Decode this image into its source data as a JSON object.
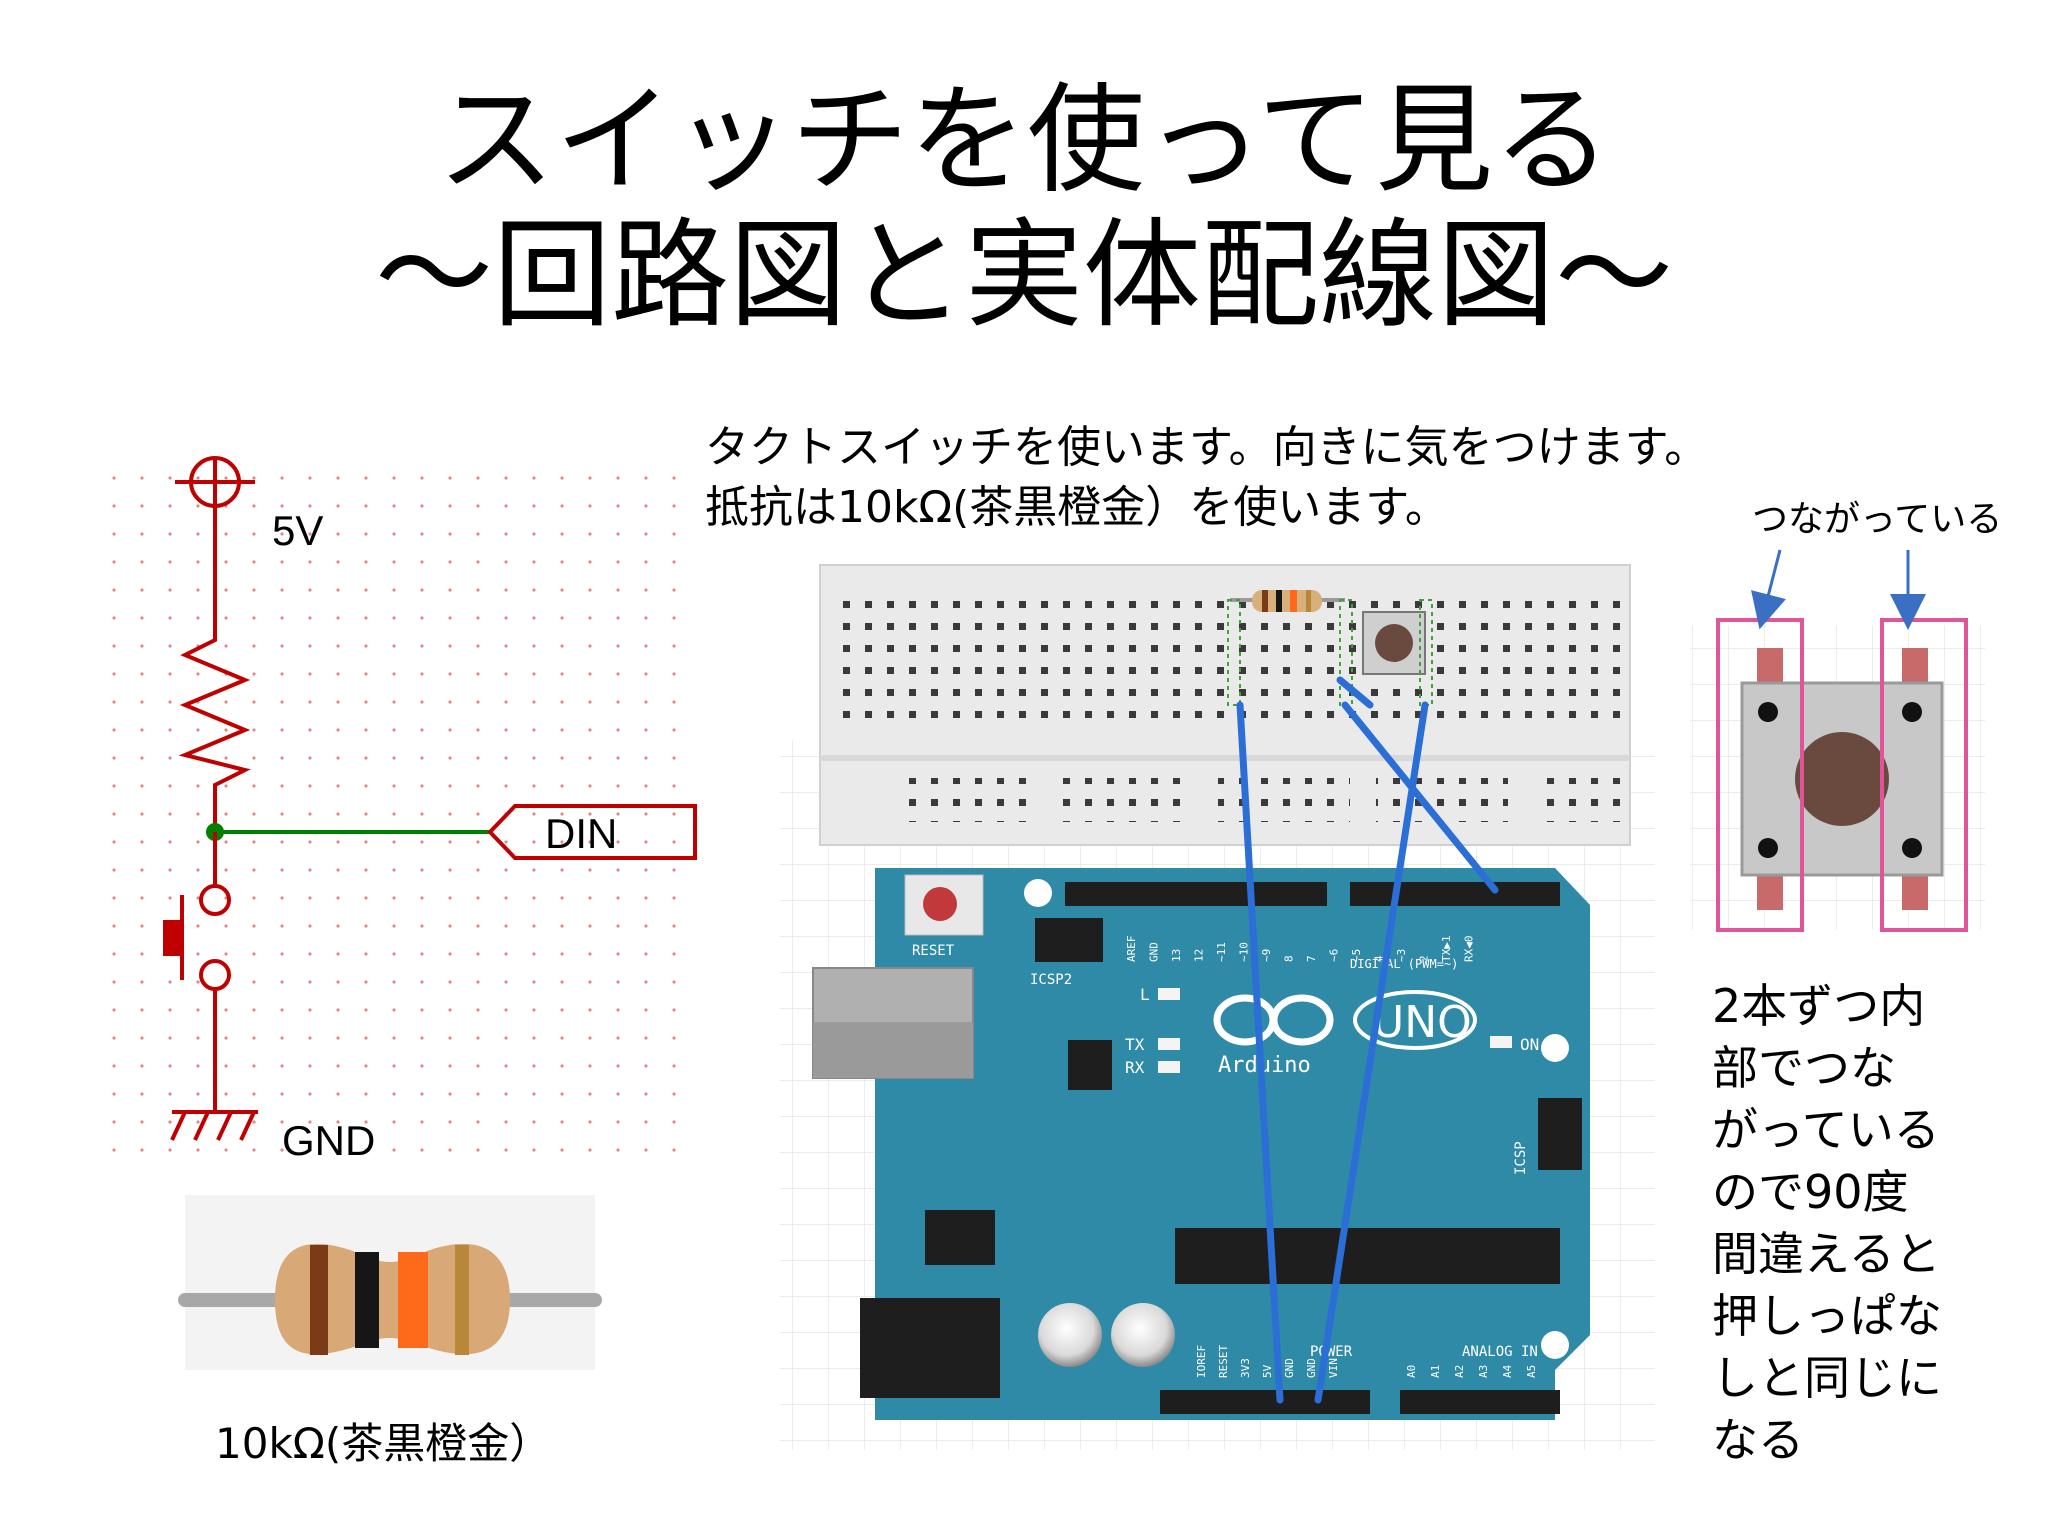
{
  "title": {
    "line1": "スイッチを使って見る",
    "line2": "～回路図と実体配線図～"
  },
  "description": {
    "line1": "タクトスイッチを使います。向きに気をつけます。",
    "line2": "抵抗は10kΩ(茶黒橙金）を使います。"
  },
  "schematic": {
    "vcc_label": "5V",
    "gnd_label": "GND",
    "din_label": "DIN",
    "wire_color": "#c00000",
    "signal_color": "#008000"
  },
  "resistor_photo": {
    "caption": "10kΩ(茶黒橙金）"
  },
  "arduino": {
    "reset_label": "RESET",
    "icsp2_label": "ICSP2",
    "l_label": "L",
    "tx_label": "TX",
    "rx_label": "RX",
    "on_label": "ON",
    "icsp_label": "ICSP",
    "logo_text": "UNO",
    "brand_text": "Arduino",
    "digital_label": "DIGITAL (PWM=~)",
    "power_label": "POWER",
    "analog_label": "ANALOG IN",
    "top_pins": [
      "AREF",
      "GND",
      "13",
      "12",
      "~11",
      "~10",
      "~9",
      "8",
      "7",
      "~6",
      "~5",
      "4",
      "~3",
      "2",
      "TX▶1",
      "RX◀0"
    ],
    "power_pins": [
      "IOREF",
      "RESET",
      "3V3",
      "5V",
      "GND",
      "GND",
      "VIN"
    ],
    "analog_pins": [
      "A0",
      "A1",
      "A2",
      "A3",
      "A4",
      "A5"
    ],
    "board_color": "#2f8aa8",
    "wire_color": "#2b6fd6"
  },
  "switch_detail": {
    "connected_label": "つながっている",
    "highlight_color": "#e0559a",
    "arrow_color": "#3a6fc4",
    "note": [
      "2本ずつ内",
      "部でつな",
      "がっている",
      "ので90度",
      "間違えると",
      "押しっぱな",
      "しと同じに",
      "なる"
    ]
  }
}
